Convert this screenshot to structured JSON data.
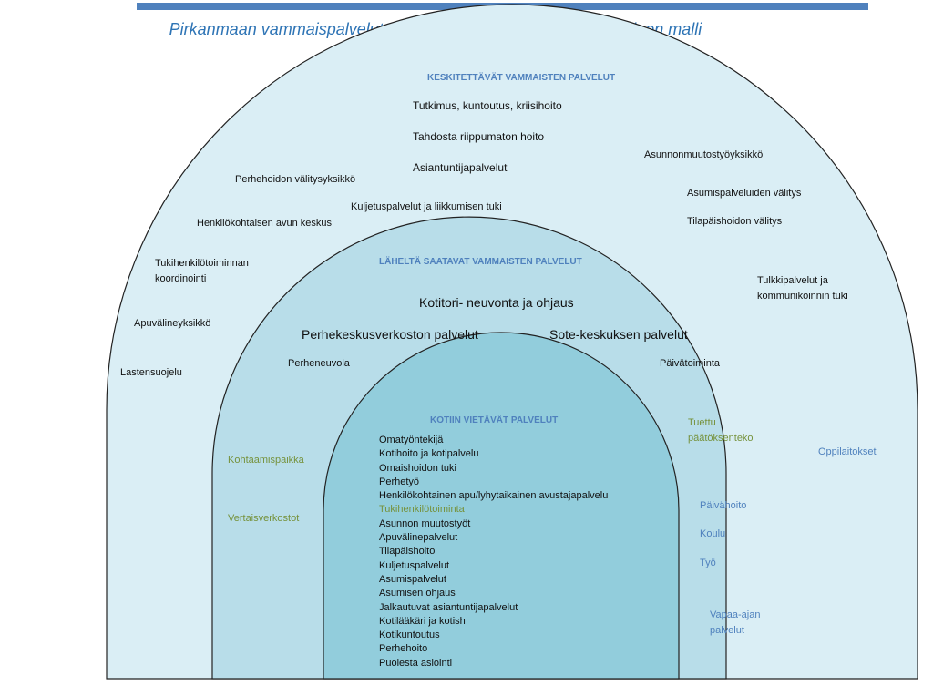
{
  "title": "Pirkanmaan vammaispalvelut 2019 Asiakaslähtöinen kolmiportainen malli",
  "colors": {
    "topbar": "#4f81bd",
    "outer_fill": "#daeef5",
    "middle_fill": "#b8dde9",
    "inner_fill": "#92cddc",
    "stroke": "#222222",
    "header": "#4f81bd",
    "green": "#76923c",
    "blue_text": "#4f81bd"
  },
  "outer": {
    "header": "KESKITETTÄVÄT VAMMAISTEN PALVELUT",
    "items": [
      "Tutkimus, kuntoutus, kriisihoito",
      "Tahdosta riippumaton hoito",
      "Asiantuntijapalvelut",
      "Perhehoidon välitysyksikkö",
      "Kuljetuspalvelut ja liikkumisen tuki",
      "Henkilökohtaisen avun keskus",
      "Tukihenkilötoiminnan koordinointi",
      "Apuvälineyksikkö",
      "Lastensuojelu",
      "Asunnonmuutostyöyksikkö",
      "Asumispalveluiden välitys",
      "Tilapäishoidon välitys",
      "Tulkkipalvelut ja kommunikoinnin tuki",
      "Oppilaitokset"
    ]
  },
  "middle": {
    "header": "LÄHELTÄ SAATAVAT VAMMAISTEN PALVELUT",
    "items": [
      "Kotitori- neuvonta ja ohjaus",
      "Perhekeskusverkoston palvelut",
      "Sote-keskuksen palvelut",
      "Perheneuvola",
      "Päivätoiminta",
      "Kohtaamispaikka",
      "Vertaisverkostot",
      "Tuettu päätöksenteko",
      "Päivähoito",
      "Koulu",
      "Työ",
      "Vapaa-ajan palvelut"
    ]
  },
  "inner": {
    "header": "KOTIIN VIETÄVÄT PALVELUT",
    "items": [
      "Omatyöntekijä",
      "Kotihoito ja kotipalvelu",
      "Omaishoidon tuki",
      "Perhetyö",
      "Henkilökohtainen apu/lyhytaikainen avustajapalvelu",
      "Tukihenkilötoiminta",
      "Asunnon muutostyöt",
      "Apuvälinepalvelut",
      "Tilapäishoito",
      "Kuljetuspalvelut",
      "Asumispalvelut",
      "Asumisen ohjaus",
      "Jalkautuvat asiantuntijapalvelut",
      "Kotilääkäri ja kotish",
      "Kotikuntoutus",
      "Perhehoito",
      "Puolesta asiointi"
    ]
  }
}
